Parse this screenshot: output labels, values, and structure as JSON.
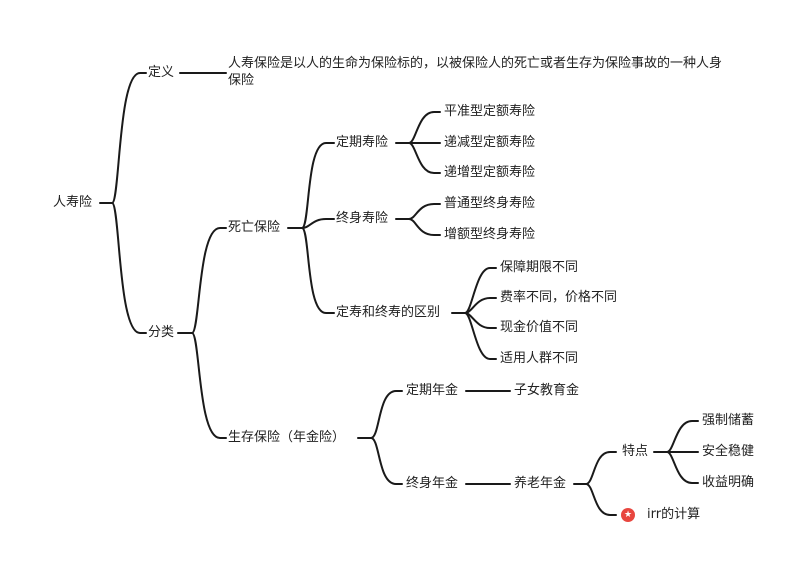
{
  "root": {
    "label": "人寿险"
  },
  "definition": {
    "label": "定义",
    "text": "人寿保险是以人的生命为保险标的，以被保险人的死亡或者生存为保险事故的一种人身保险"
  },
  "classification": {
    "label": "分类",
    "death": {
      "label": "死亡保险",
      "term": {
        "label": "定期寿险",
        "children": [
          "平准型定额寿险",
          "递减型定额寿险",
          "递增型定额寿险"
        ]
      },
      "whole": {
        "label": "终身寿险",
        "children": [
          "普通型终身寿险",
          "增额型终身寿险"
        ]
      },
      "diff": {
        "label": "定寿和终寿的区别",
        "children": [
          "保障期限不同",
          "费率不同，价格不同",
          "现金价值不同",
          "适用人群不同"
        ]
      }
    },
    "survival": {
      "label": "生存保险（年金险）",
      "term_annuity": {
        "label": "定期年金",
        "child": "子女教育金"
      },
      "life_annuity": {
        "label": "终身年金",
        "pension": {
          "label": "养老年金",
          "features": {
            "label": "特点",
            "children": [
              "强制储蓄",
              "安全稳健",
              "收益明确"
            ]
          },
          "irr": {
            "label": "irr的计算",
            "icon": "star-icon",
            "icon_color": "#e8463f"
          }
        }
      }
    }
  },
  "colors": {
    "line": "#1a1a1a",
    "text": "#222222",
    "background": "#ffffff"
  }
}
